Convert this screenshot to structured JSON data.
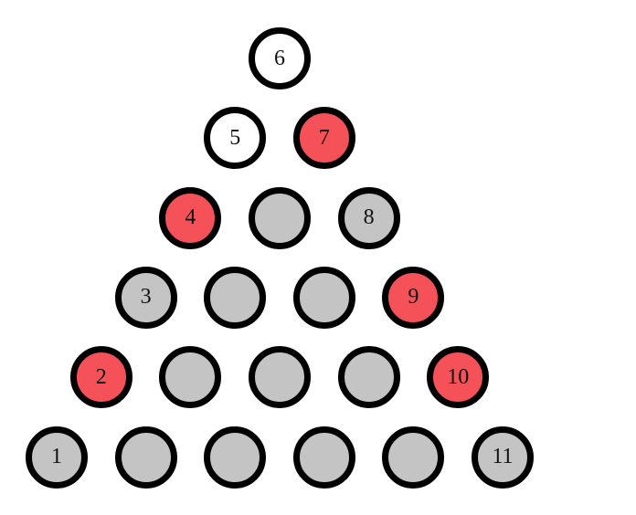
{
  "colors": {
    "white": "#ffffff",
    "red": "#f55158",
    "gray": "#c4c4c4",
    "outline": "#000000"
  },
  "rows": [
    [
      {
        "label": "6",
        "state": "white"
      }
    ],
    [
      {
        "label": "5",
        "state": "white"
      },
      {
        "label": "7",
        "state": "red"
      }
    ],
    [
      {
        "label": "4",
        "state": "red"
      },
      {
        "label": "",
        "state": "gray"
      },
      {
        "label": "8",
        "state": "gray"
      }
    ],
    [
      {
        "label": "3",
        "state": "gray"
      },
      {
        "label": "",
        "state": "gray"
      },
      {
        "label": "",
        "state": "gray"
      },
      {
        "label": "9",
        "state": "red"
      }
    ],
    [
      {
        "label": "2",
        "state": "red"
      },
      {
        "label": "",
        "state": "gray"
      },
      {
        "label": "",
        "state": "gray"
      },
      {
        "label": "",
        "state": "gray"
      },
      {
        "label": "10",
        "state": "red"
      }
    ],
    [
      {
        "label": "1",
        "state": "gray"
      },
      {
        "label": "",
        "state": "gray"
      },
      {
        "label": "",
        "state": "gray"
      },
      {
        "label": "",
        "state": "gray"
      },
      {
        "label": "",
        "state": "gray"
      },
      {
        "label": "11",
        "state": "gray"
      }
    ]
  ]
}
